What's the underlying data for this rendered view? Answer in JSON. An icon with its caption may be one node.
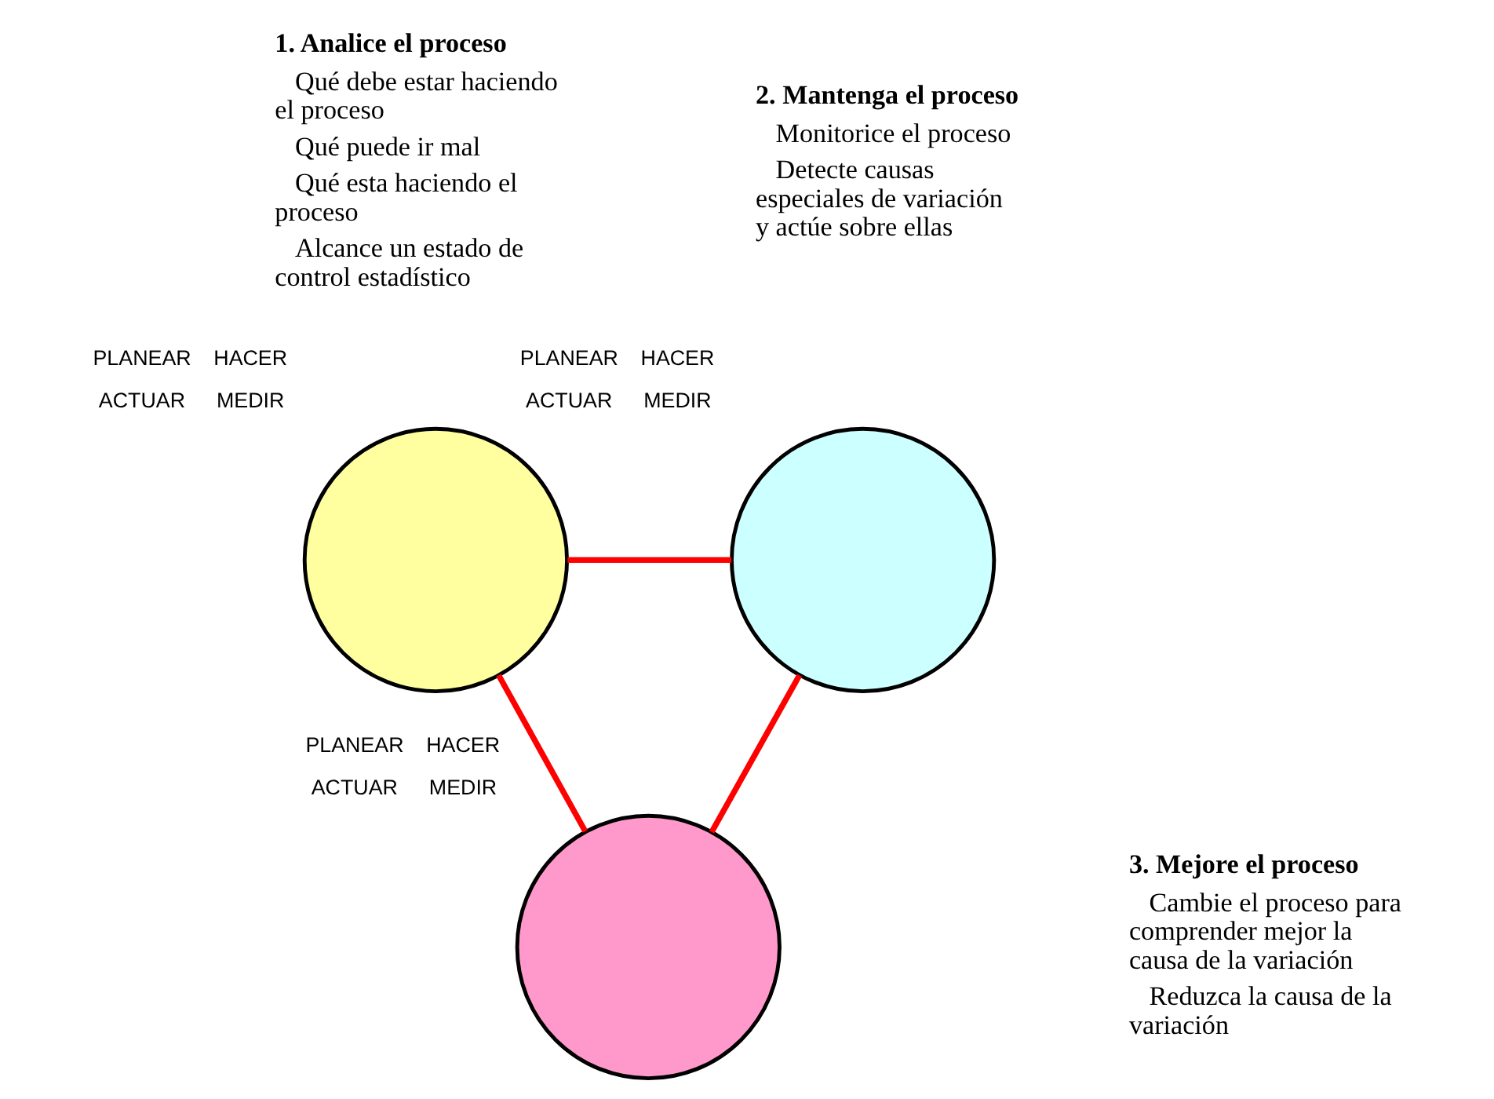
{
  "diagram": {
    "nodes": [
      {
        "text": [],
        "shape": "circle",
        "beside": [
          "PLANEAR",
          "HACER",
          "ACTUAR",
          "MEDIR"
        ]
      },
      {
        "text": [],
        "shape": "circle",
        "beside": [
          "PLANEAR",
          "HACER",
          "ACTUAR",
          "MEDIR"
        ]
      },
      {
        "text": [],
        "shape": "circle",
        "beside": [
          "PLANEAR",
          "HACER",
          "ACTUAR",
          "MEDIR"
        ]
      }
    ],
    "edges": [
      {
        "from": 0,
        "to": 1,
        "arrow": "none"
      },
      {
        "from": 1,
        "to": 2,
        "arrow": "none"
      },
      {
        "from": 2,
        "to": 0,
        "arrow": "none"
      }
    ],
    "labels": [
      "1. Analice el proceso",
      "Qué debe estar haciendo el proceso",
      "Qué puede ir mal",
      "Qué esta haciendo el proceso",
      "Alcance un estado de control estadístico",
      "2. Mantenga el proceso",
      "Monitorice el proceso",
      "Detecte causas especiales de variación y actúe sobre ellas",
      "3. Mejore el proceso",
      "Cambie el proceso para comprender mejor la causa de la variación",
      "Reduzca la causa de la variación"
    ]
  }
}
